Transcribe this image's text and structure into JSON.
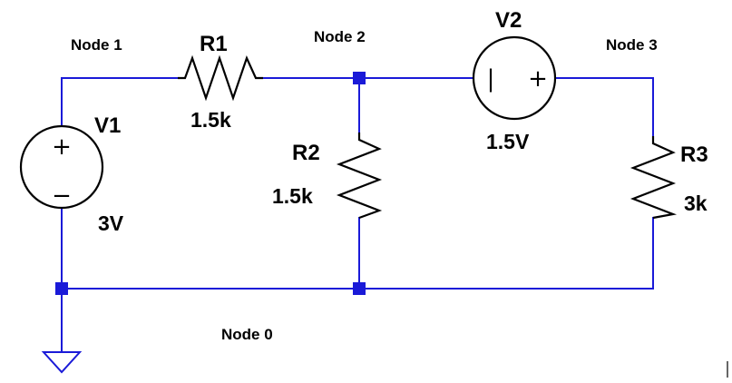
{
  "nodes": {
    "node1": "Node 1",
    "node2": "Node 2",
    "node3": "Node 3",
    "node0": "Node 0"
  },
  "components": {
    "v1": {
      "name": "V1",
      "value": "3V",
      "plus": "+",
      "minus": "−"
    },
    "r1": {
      "name": "R1",
      "value": "1.5k"
    },
    "r2": {
      "name": "R2",
      "value": "1.5k"
    },
    "v2": {
      "name": "V2",
      "value": "1.5V",
      "minus": "|",
      "plus": "+"
    },
    "r3": {
      "name": "R3",
      "value": "3k"
    }
  },
  "colors": {
    "wire": "#1a1ad8",
    "component": "#000000"
  }
}
